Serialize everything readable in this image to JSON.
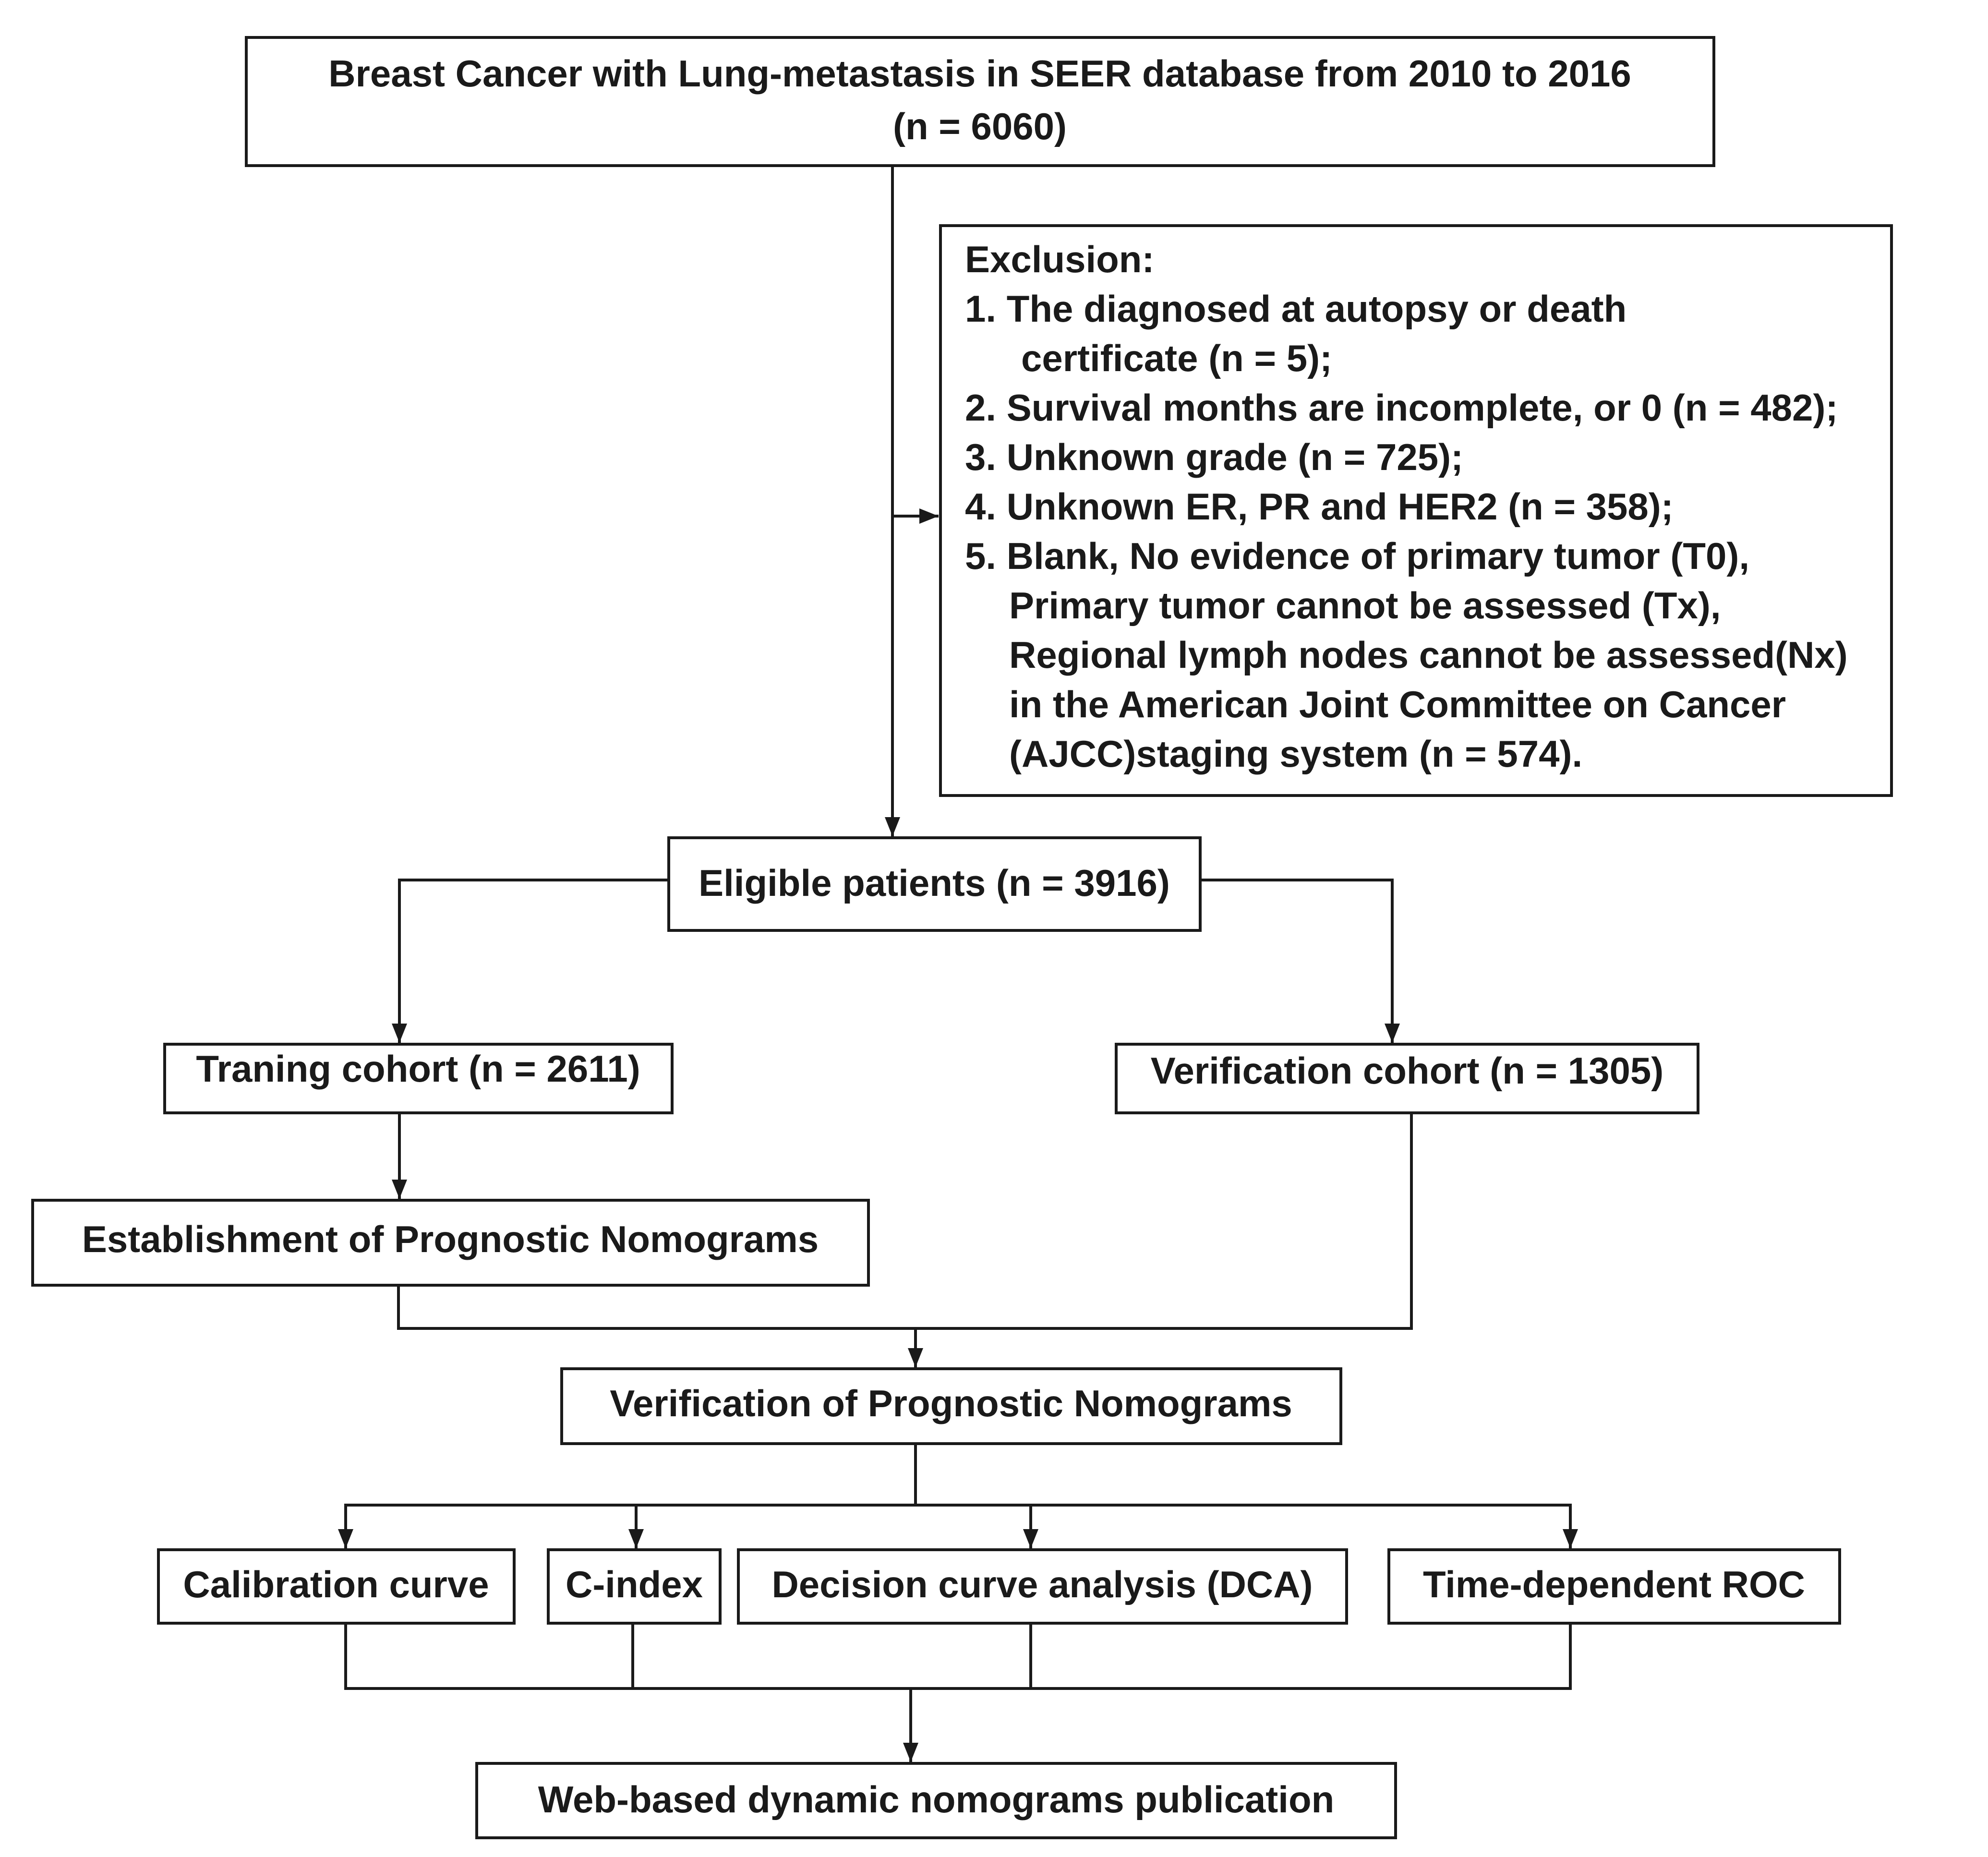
{
  "source": {
    "line1": "Breast Cancer with Lung-metastasis in SEER database from 2010 to 2016",
    "line2": "(n = 6060)"
  },
  "exclusion": {
    "heading": "Exclusion:",
    "lines": [
      "1. The diagnosed at autopsy or death",
      "certificate (n = 5);",
      "2. Survival months are incomplete, or 0 (n = 482);",
      "3. Unknown grade (n = 725);",
      "4. Unknown ER, PR and HER2 (n = 358);",
      "5. Blank, No evidence of primary tumor (T0),",
      "Primary tumor cannot be assessed (Tx),",
      "Regional lymph nodes cannot be assessed(Nx)",
      "in the American Joint Committee on Cancer",
      "(AJCC)staging system (n = 574)."
    ]
  },
  "eligible": "Eligible patients (n = 3916)",
  "training": "Traning cohort (n = 2611)",
  "verification_cohort": "Verification cohort (n = 1305)",
  "establishment": "Establishment of Prognostic Nomograms",
  "verification_nomograms": "Verification of Prognostic Nomograms",
  "methods": [
    "Calibration curve",
    "C-index",
    "Decision curve analysis (DCA)",
    "Time-dependent ROC"
  ],
  "publication": "Web-based dynamic nomograms publication"
}
